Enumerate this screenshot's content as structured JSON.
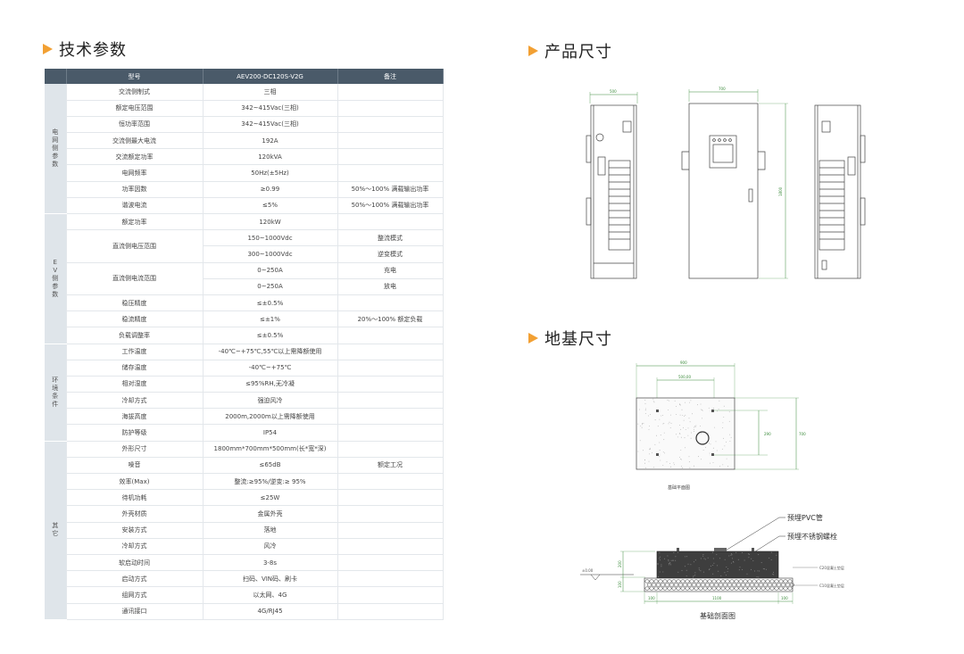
{
  "sections": {
    "spec_title": "技术参数",
    "size_title": "产品尺寸",
    "foundation_title": "地基尺寸"
  },
  "table": {
    "headers": [
      "型号",
      "AEV200-DC120S-V2G",
      "备注"
    ],
    "groups": [
      {
        "name": "电网侧参数",
        "rows": [
          {
            "name": "交流侧制式",
            "value": "三相",
            "remark": ""
          },
          {
            "name": "额定电压范围",
            "value": "342~415Vac(三相)",
            "remark": ""
          },
          {
            "name": "恒功率范围",
            "value": "342~415Vac(三相)",
            "remark": ""
          },
          {
            "name": "交流侧最大电流",
            "value": "192A",
            "remark": ""
          },
          {
            "name": "交流额定功率",
            "value": "120kVA",
            "remark": ""
          },
          {
            "name": "电网频率",
            "value": "50Hz(±5Hz)",
            "remark": ""
          },
          {
            "name": "功率因数",
            "value": "≥0.99",
            "remark": "50%～100% 满载输出功率"
          },
          {
            "name": "谐波电流",
            "value": "≤5%",
            "remark": "50%～100% 满载输出功率"
          }
        ]
      },
      {
        "name": "EV侧参数",
        "rows": [
          {
            "name": "额定功率",
            "value": "120kW",
            "remark": ""
          },
          {
            "name": "直流侧电压范围",
            "value": "150~1000Vdc",
            "remark": "整流模式",
            "rowspan": 2
          },
          {
            "name": "",
            "value": "300~1000Vdc",
            "remark": "逆变模式",
            "cont": true
          },
          {
            "name": "直流侧电流范围",
            "value": "0~250A",
            "remark": "充电",
            "rowspan": 2
          },
          {
            "name": "",
            "value": "0~250A",
            "remark": "放电",
            "cont": true
          },
          {
            "name": "稳压精度",
            "value": "≤±0.5%",
            "remark": ""
          },
          {
            "name": "稳流精度",
            "value": "≤±1%",
            "remark": "20%～100% 额定负载"
          },
          {
            "name": "负载调整率",
            "value": "≤±0.5%",
            "remark": ""
          }
        ]
      },
      {
        "name": "环境条件",
        "rows": [
          {
            "name": "工作温度",
            "value": "-40℃~+75℃,55℃以上需降额使用",
            "remark": ""
          },
          {
            "name": "储存温度",
            "value": "-40℃~+75℃",
            "remark": ""
          },
          {
            "name": "相对湿度",
            "value": "≤95%RH,无冷凝",
            "remark": ""
          },
          {
            "name": "冷却方式",
            "value": "强迫风冷",
            "remark": ""
          },
          {
            "name": "海拔高度",
            "value": "2000m,2000m以上需降额使用",
            "remark": ""
          },
          {
            "name": "防护等级",
            "value": "IP54",
            "remark": ""
          }
        ]
      },
      {
        "name": "其它",
        "rows": [
          {
            "name": "外形尺寸",
            "value": "1800mm*700mm*500mm(长*宽*深)",
            "remark": ""
          },
          {
            "name": "噪音",
            "value": "≤65dB",
            "remark": "额定工况"
          },
          {
            "name": "效率(Max)",
            "value": "整流:≥95%/逆变:≥ 95%",
            "remark": ""
          },
          {
            "name": "待机功耗",
            "value": "≤25W",
            "remark": ""
          },
          {
            "name": "外壳材质",
            "value": "金属外壳",
            "remark": ""
          },
          {
            "name": "安装方式",
            "value": "落地",
            "remark": ""
          },
          {
            "name": "冷却方式",
            "value": "风冷",
            "remark": ""
          },
          {
            "name": "软启动时间",
            "value": "3-8s",
            "remark": ""
          },
          {
            "name": "启动方式",
            "value": "扫码、VIN码、刷卡",
            "remark": ""
          },
          {
            "name": "组网方式",
            "value": "以太网、4G",
            "remark": ""
          },
          {
            "name": "通讯接口",
            "value": "4G/RJ45",
            "remark": ""
          }
        ]
      }
    ]
  },
  "product_drawing": {
    "dim_side_width": "500",
    "dim_front_width": "700",
    "dim_height": "1800"
  },
  "foundation": {
    "plan": {
      "dim_total_width": "900",
      "dim_half_width": "500,00",
      "dim_depth": "700",
      "dim_inner": "290",
      "caption": "基础平面图"
    },
    "section": {
      "label_pvc": "预埋PVC管",
      "label_bolt": "预埋不锈钢螺栓",
      "level_mark": "±0.00",
      "note_top": "C20混凝土垫层",
      "note_bottom": "C10混凝土垫层",
      "dim_height_top": "200",
      "dim_height_bottom": "100",
      "dim_bottom_left": "100",
      "dim_bottom_mid": "1100",
      "dim_bottom_right": "100",
      "caption": "基础剖面图"
    }
  },
  "colors": {
    "header_bg": "#4a5a69",
    "group_bg": "#dfe5ea",
    "accent_orange": "#f2a033",
    "accent_blue": "#2b6aa8",
    "dimension_green": "#3a8a3a"
  }
}
